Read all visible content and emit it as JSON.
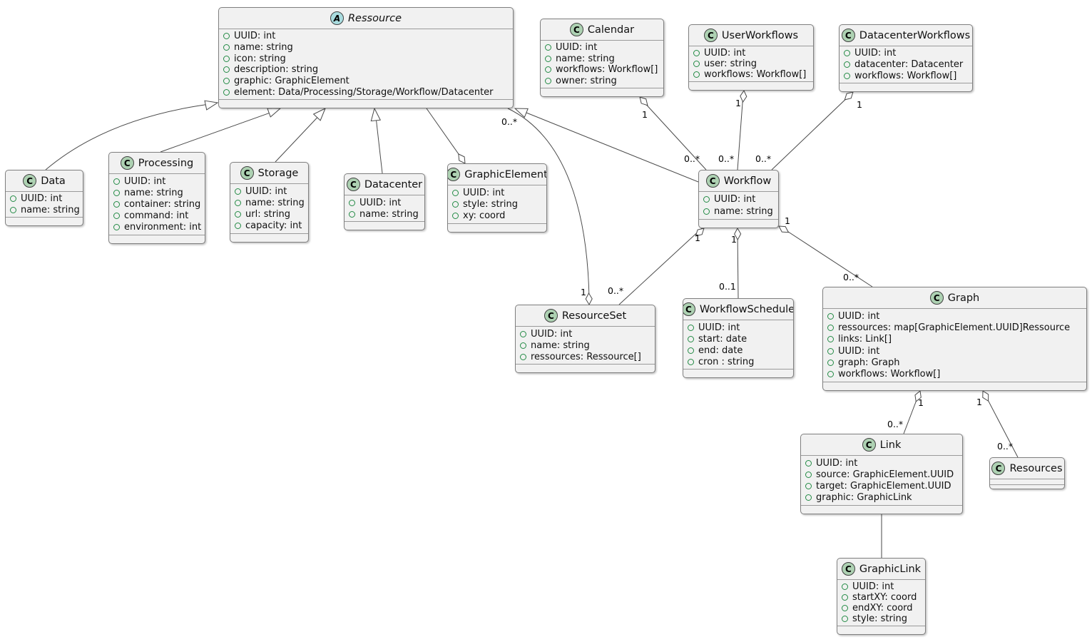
{
  "diagram": {
    "type": "uml_class_diagram",
    "colors": {
      "box_fill": "#F1F1F1",
      "box_border": "#7F7F7F",
      "class_badge": "#ADD1B2",
      "abstract_badge": "#A9DCDF",
      "field_icon": "#238B45",
      "edge": "#4A4A4A"
    }
  },
  "classes": [
    {
      "id": "ressource",
      "badge": "A",
      "stereotype": "abstract",
      "name": "Ressource",
      "attrs": [
        "UUID: int",
        "name: string",
        "icon: string",
        "description: string",
        "graphic: GraphicElement",
        "element: Data/Processing/Storage/Workflow/Datacenter"
      ]
    },
    {
      "id": "data",
      "badge": "C",
      "stereotype": "class",
      "name": "Data",
      "attrs": [
        "UUID: int",
        "name: string"
      ]
    },
    {
      "id": "processing",
      "badge": "C",
      "stereotype": "class",
      "name": "Processing",
      "attrs": [
        "UUID: int",
        "name: string",
        "container: string",
        "command: int",
        "environment: int"
      ]
    },
    {
      "id": "storage",
      "badge": "C",
      "stereotype": "class",
      "name": "Storage",
      "attrs": [
        "UUID: int",
        "name: string",
        "url: string",
        "capacity: int"
      ]
    },
    {
      "id": "datacenter",
      "badge": "C",
      "stereotype": "class",
      "name": "Datacenter",
      "attrs": [
        "UUID: int",
        "name: string"
      ]
    },
    {
      "id": "graphicelement",
      "badge": "C",
      "stereotype": "class",
      "name": "GraphicElement",
      "attrs": [
        "UUID: int",
        "style: string",
        "xy: coord"
      ]
    },
    {
      "id": "calendar",
      "badge": "C",
      "stereotype": "class",
      "name": "Calendar",
      "attrs": [
        "UUID: int",
        "name: string",
        "workflows: Workflow[]",
        "owner: string"
      ]
    },
    {
      "id": "userworkflows",
      "badge": "C",
      "stereotype": "class",
      "name": "UserWorkflows",
      "attrs": [
        "UUID: int",
        "user: string",
        "workflows: Workflow[]"
      ]
    },
    {
      "id": "datacenterworkflows",
      "badge": "C",
      "stereotype": "class",
      "name": "DatacenterWorkflows",
      "attrs": [
        "UUID: int",
        "datacenter: Datacenter",
        "workflows: Workflow[]"
      ]
    },
    {
      "id": "workflow",
      "badge": "C",
      "stereotype": "class",
      "name": "Workflow",
      "attrs": [
        "UUID: int",
        "name: string"
      ]
    },
    {
      "id": "resourceset",
      "badge": "C",
      "stereotype": "class",
      "name": "ResourceSet",
      "attrs": [
        "UUID: int",
        "name: string",
        "ressources: Ressource[]"
      ]
    },
    {
      "id": "workflowschedule",
      "badge": "C",
      "stereotype": "class",
      "name": "WorkflowSchedule",
      "attrs": [
        "UUID: int",
        "start: date",
        "end: date",
        "cron : string"
      ]
    },
    {
      "id": "graph",
      "badge": "C",
      "stereotype": "class",
      "name": "Graph",
      "attrs": [
        "UUID: int",
        "ressources: map[GraphicElement.UUID]Ressource",
        "links: Link[]",
        "UUID: int",
        "graph: Graph",
        "workflows: Workflow[]"
      ]
    },
    {
      "id": "link",
      "badge": "C",
      "stereotype": "class",
      "name": "Link",
      "attrs": [
        "UUID: int",
        "source: GraphicElement.UUID",
        "target: GraphicElement.UUID",
        "graphic: GraphicLink"
      ]
    },
    {
      "id": "resources",
      "badge": "C",
      "stereotype": "class",
      "name": "Resources",
      "attrs": []
    },
    {
      "id": "graphiclink",
      "badge": "C",
      "stereotype": "class",
      "name": "GraphicLink",
      "attrs": [
        "UUID: int",
        "startXY: coord",
        "endXY: coord",
        "style: string"
      ]
    }
  ],
  "edges": {
    "resourceset_ressource": {
      "resourceset_end": "1",
      "ressource_end": "0..*"
    },
    "calendar_workflow": {
      "calendar_end": "1",
      "workflow_end": "0..*"
    },
    "userworkflows_workflow": {
      "userworkflows_end": "1",
      "workflow_end": "0..*"
    },
    "datacenterworkflows_workflow": {
      "datacenterworkflows_end": "1",
      "workflow_end": "0..*"
    },
    "workflow_resourceset": {
      "workflow_end": "1",
      "resourceset_end": "0..*"
    },
    "workflow_workflowschedule": {
      "workflow_end": "1",
      "workflowschedule_end": "0..1"
    },
    "workflow_graph": {
      "workflow_end": "1",
      "graph_end": "0..*"
    },
    "graph_link": {
      "graph_end": "1",
      "link_end": "0..*"
    },
    "graph_resources": {
      "graph_end": "1",
      "resources_end": "0..*"
    }
  }
}
